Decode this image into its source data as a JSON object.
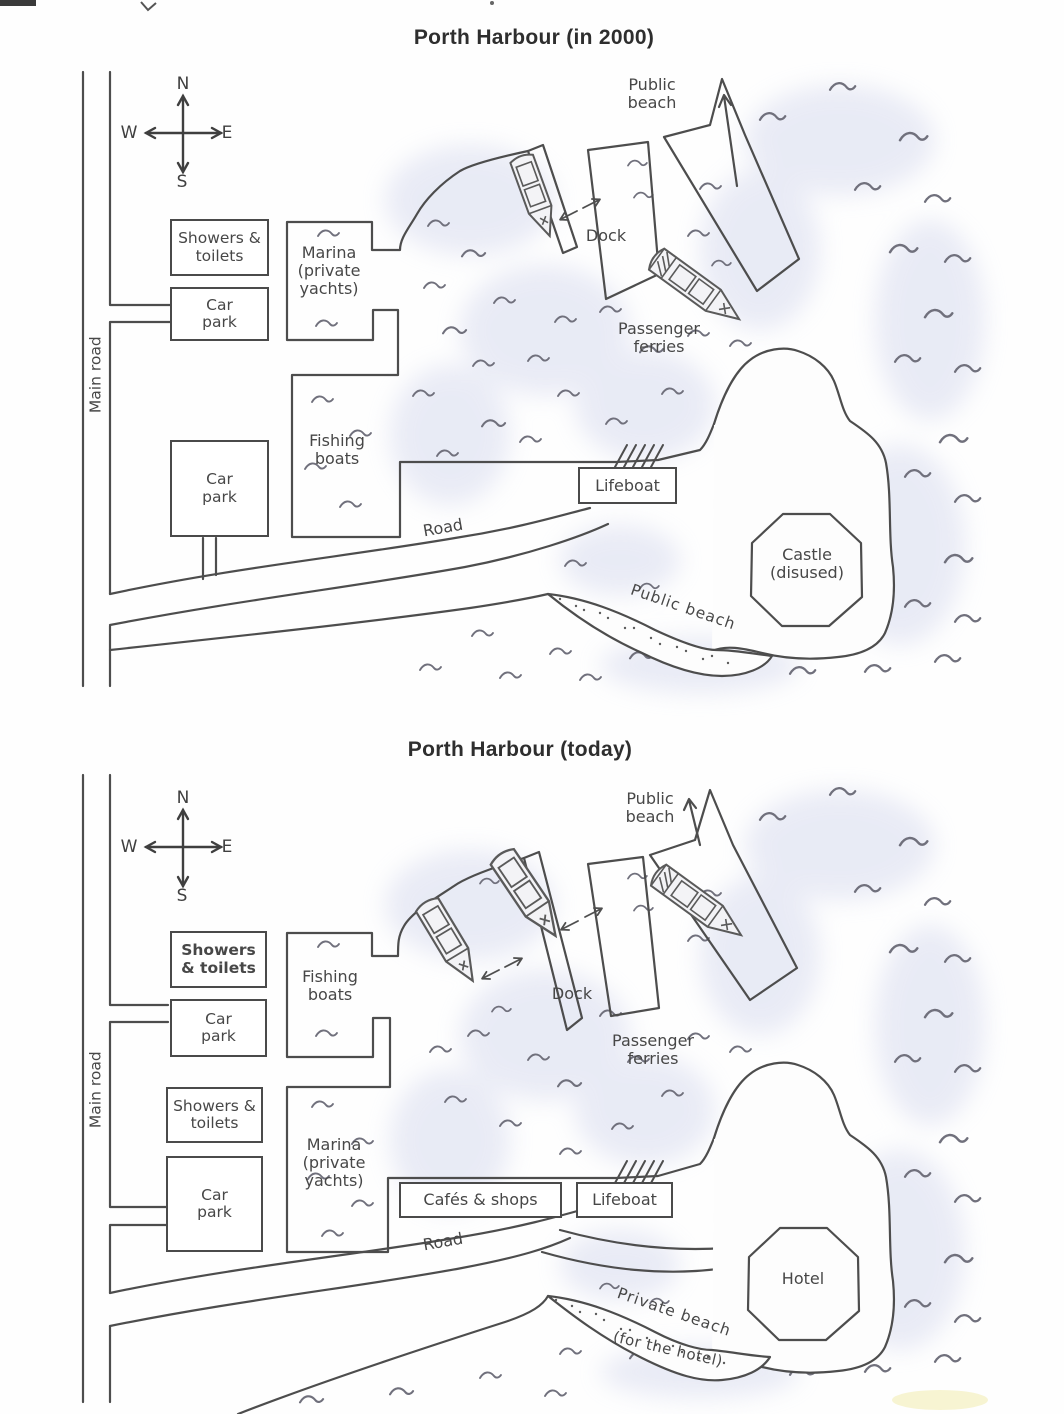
{
  "maps": {
    "y2000": {
      "title": "Porth Harbour (in 2000)",
      "compass": {
        "n": "N",
        "e": "E",
        "s": "S",
        "w": "W"
      },
      "main_road": "Main road",
      "showers_toilets": "Showers & toilets",
      "car_park_1": "Car park",
      "car_park_2": "Car park",
      "marina": "Marina (private yachts)",
      "fishing_boats": "Fishing boats",
      "public_beach_north": "Public beach",
      "dock": "Dock",
      "passenger_ferries": "Passenger ferries",
      "lifeboat": "Lifeboat",
      "road": "Road",
      "public_beach_south": "Public beach",
      "castle": "Castle (disused)"
    },
    "today": {
      "title": "Porth Harbour (today)",
      "compass": {
        "n": "N",
        "e": "E",
        "s": "S",
        "w": "W"
      },
      "main_road": "Main road",
      "showers_toilets_1": "Showers & toilets",
      "car_park_1": "Car park",
      "showers_toilets_2": "Showers & toilets",
      "car_park_2": "Car park",
      "fishing_boats": "Fishing boats",
      "marina": "Marina (private yachts)",
      "public_beach_north": "Public beach",
      "dock": "Dock",
      "passenger_ferries": "Passenger ferries",
      "cafes_shops": "Cafés & shops",
      "lifeboat": "Lifeboat",
      "road": "Road",
      "hotel": "Hotel",
      "private_beach": "Private beach",
      "private_beach_sub": "(for the hotel)"
    }
  }
}
